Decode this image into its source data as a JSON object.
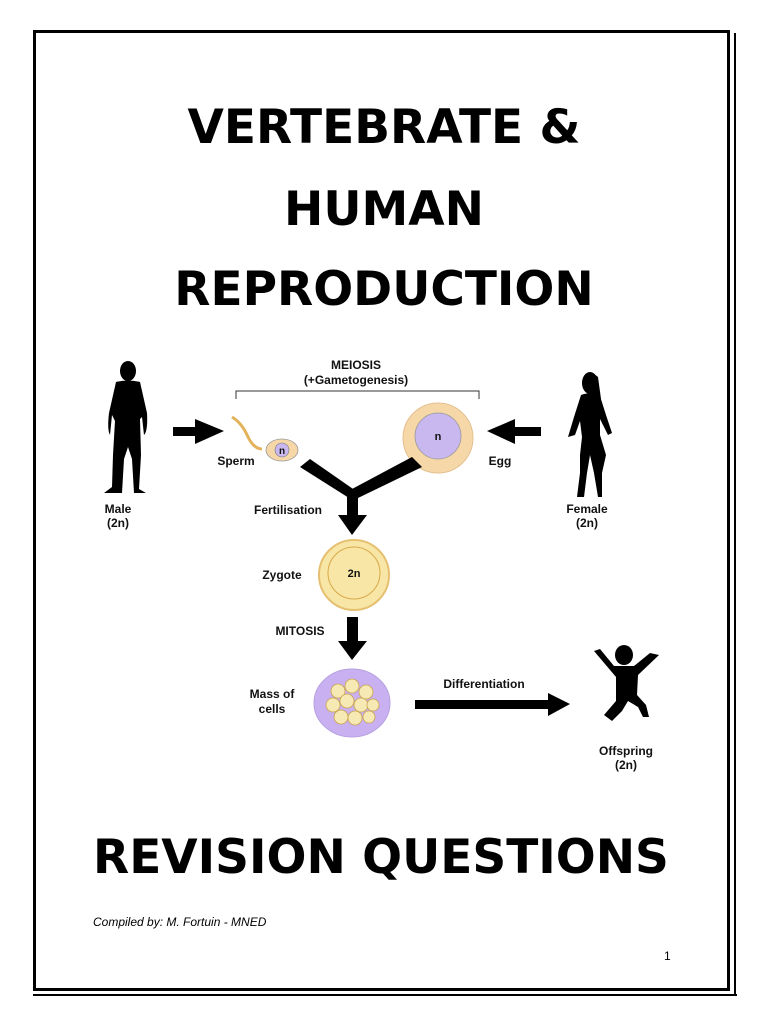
{
  "title": {
    "line1": "VERTEBRATE &",
    "line2": "HUMAN",
    "line3": "REPRODUCTION"
  },
  "diagram": {
    "meiosis": "MEIOSIS",
    "gametogenesis": "(+Gametogenesis)",
    "sperm": "Sperm",
    "sperm_nucleus": "n",
    "egg": "Egg",
    "egg_nucleus": "n",
    "male": "Male",
    "male_ploidy": "(2n)",
    "female": "Female",
    "female_ploidy": "(2n)",
    "fertilisation": "Fertilisation",
    "zygote": "Zygote",
    "zygote_nucleus": "2n",
    "mitosis": "MITOSIS",
    "mass_line1": "Mass of",
    "mass_line2": "cells",
    "differentiation": "Differentiation",
    "offspring": "Offspring",
    "offspring_ploidy": "(2n)",
    "colors": {
      "egg_outer": "#f5d7a8",
      "egg_inner": "#c9b8ef",
      "zygote_outer": "#f8e6a6",
      "mass_outer": "#c9b0f0"
    }
  },
  "revision": "REVISION QUESTIONS",
  "compiled": "Compiled by: M. Fortuin - MNED",
  "page_number": "1"
}
